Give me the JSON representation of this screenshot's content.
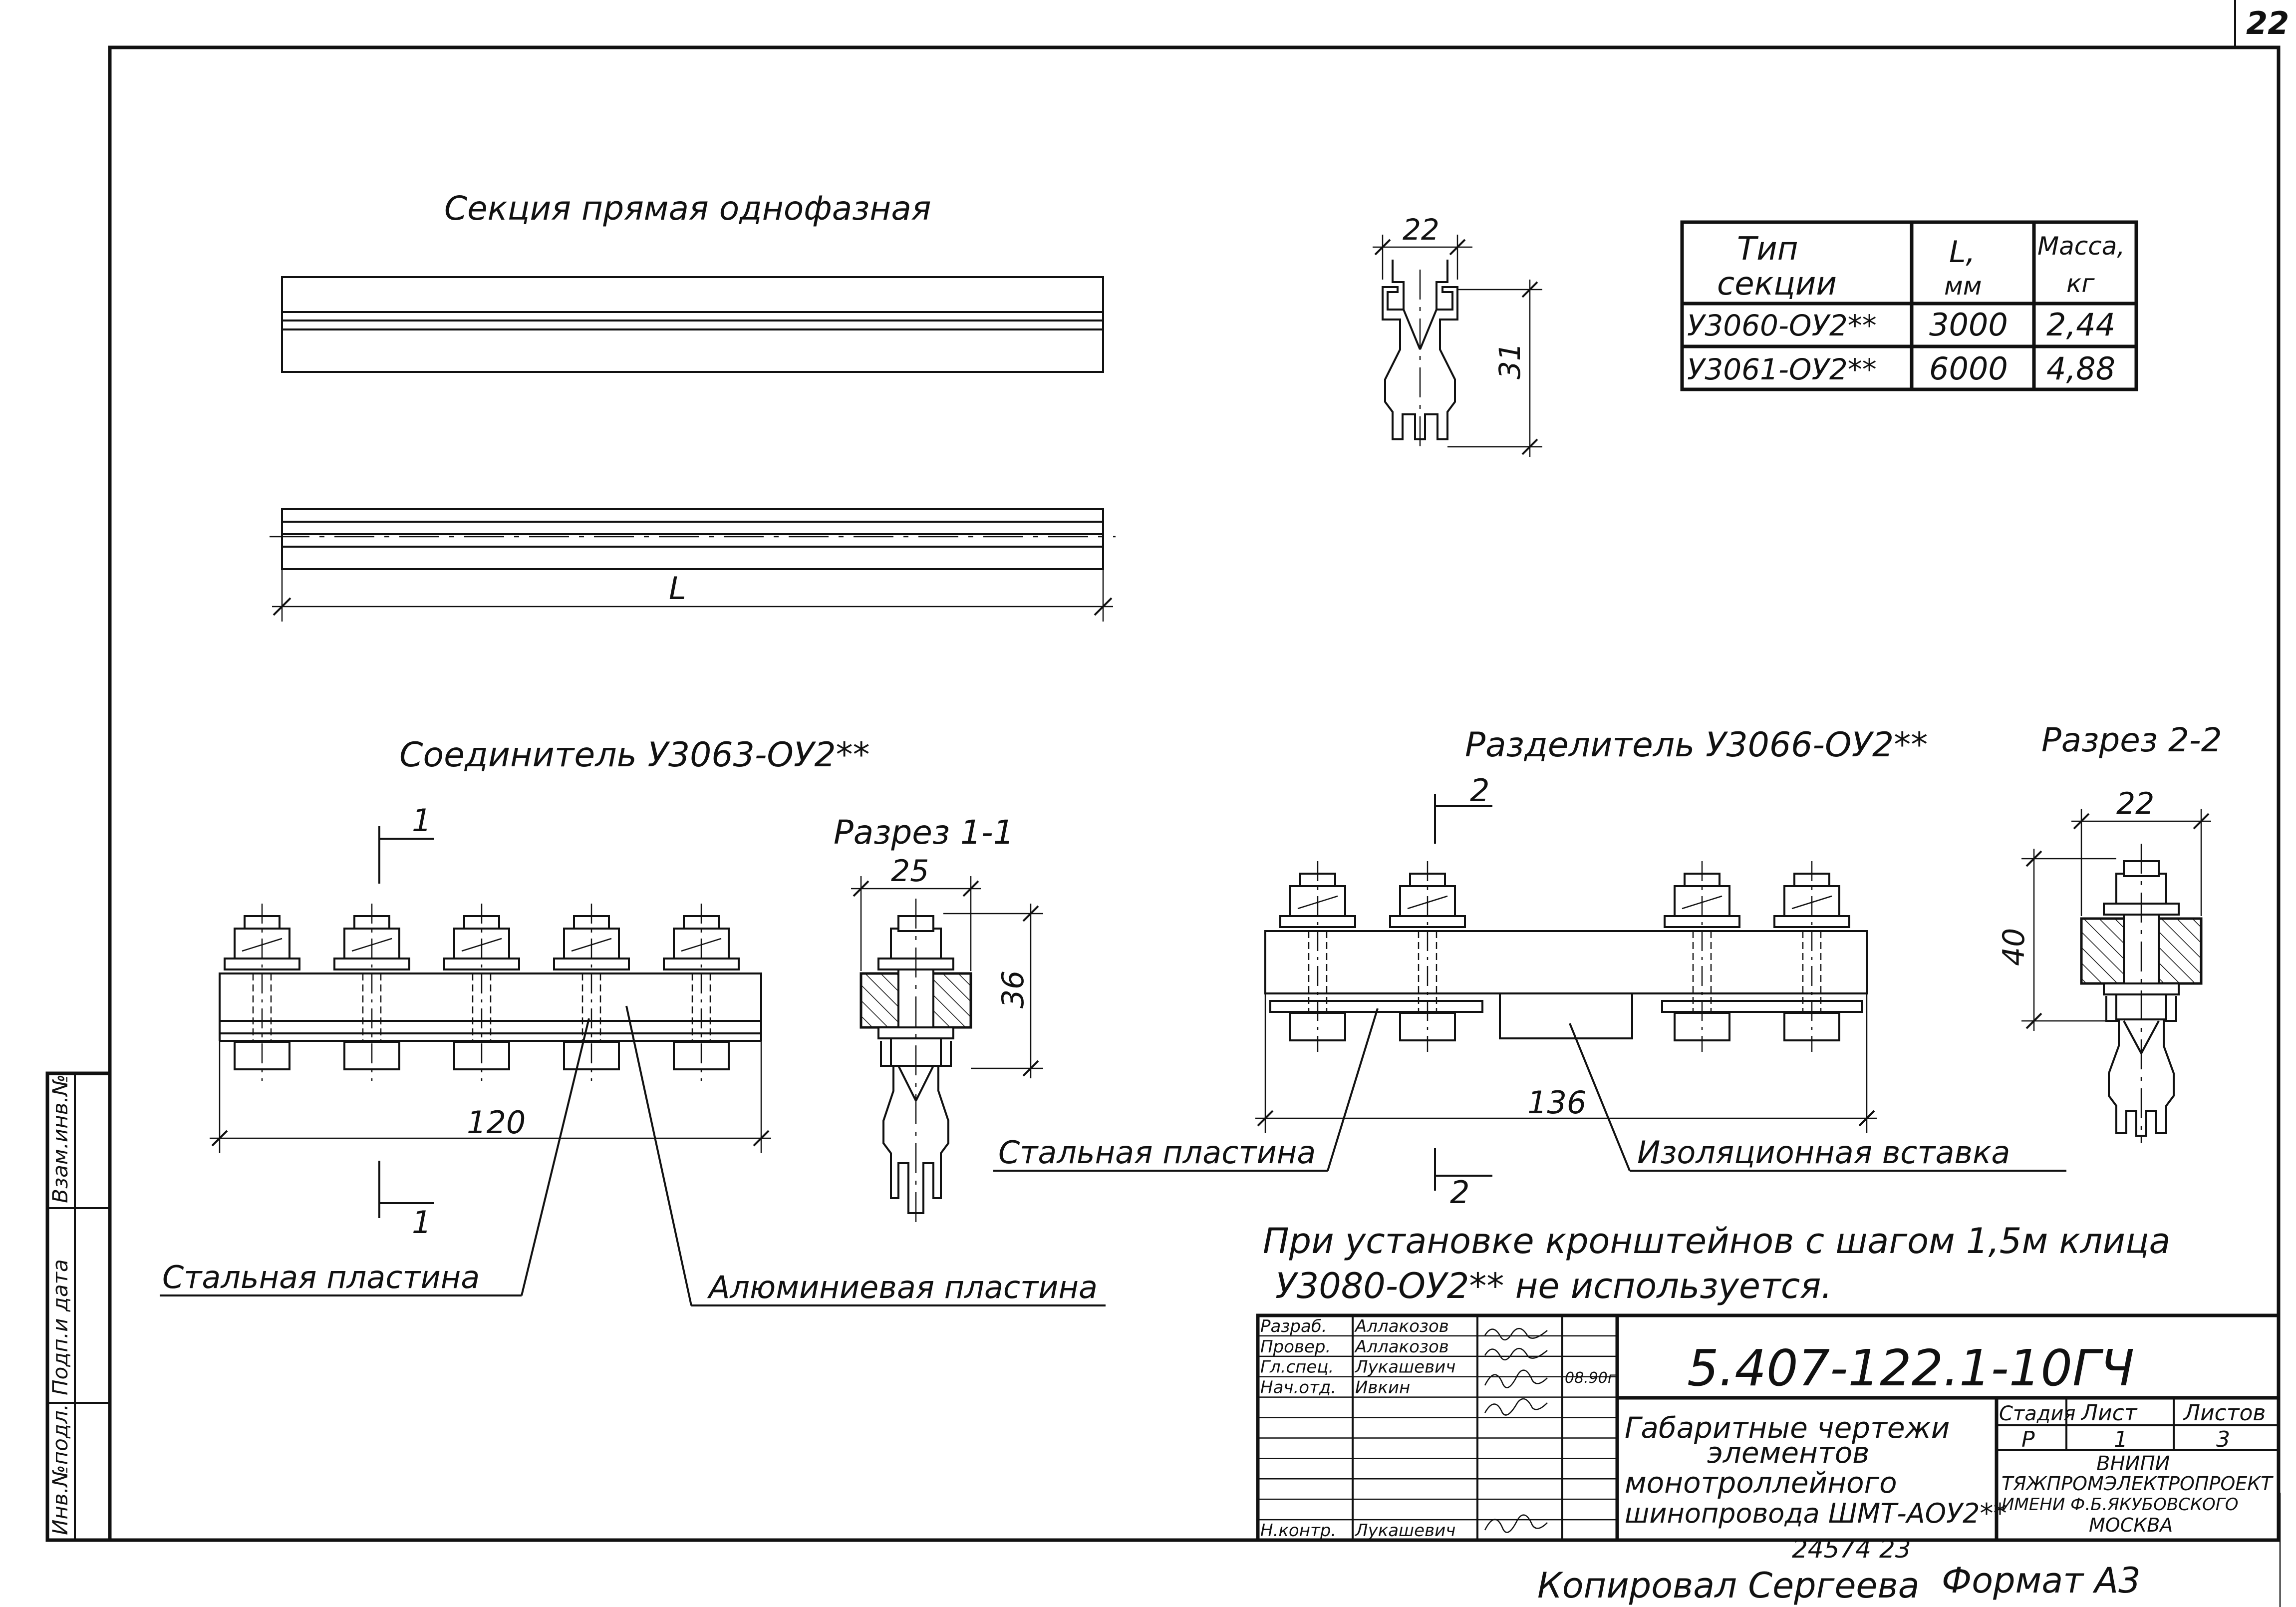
{
  "sheet_number": "22",
  "titles": {
    "straight_section": "Секция прямая однофазная",
    "connector": "Соединитель У3063-ОУ2**",
    "separator": "Разделитель У3066-ОУ2**",
    "section_1_1": "Разрез 1-1",
    "section_2_2": "Разрез 2-2"
  },
  "dimensions": {
    "profile_width": "22",
    "profile_height": "31",
    "length": "L",
    "connector_length": "120",
    "section_1_width": "25",
    "section_1_height": "36",
    "separator_length": "136",
    "section_2_width": "22",
    "section_2_height": "40"
  },
  "cut_marks": {
    "cut1_top": "1",
    "cut1_bottom": "1",
    "cut2_top": "2",
    "cut2_bottom": "2"
  },
  "callouts": {
    "steel_plate_left": "Стальная пластина",
    "aluminum_plate": "Алюминиевая пластина",
    "steel_plate_right": "Стальная пластина",
    "insulating_insert": "Изоляционная вставка"
  },
  "spec_table": {
    "headers": [
      "Тип секции",
      "L, мм",
      "Масса, кг"
    ],
    "header_lines": [
      [
        "Тип",
        "секции"
      ],
      [
        "L,",
        "мм"
      ],
      [
        "Масса,",
        "кг"
      ]
    ],
    "rows": [
      [
        "У3060-ОУ2**",
        "3000",
        "2,44"
      ],
      [
        "У3061-ОУ2**",
        "6000",
        "4,88"
      ]
    ]
  },
  "note": {
    "line1": "При установке кронштейнов с шагом 1,5м клица",
    "line2": "У3080-ОУ2** не используется."
  },
  "left_margin_labels": [
    "Инв.№подл.",
    "Подп.и дата",
    "Взам.инв.№"
  ],
  "title_block": {
    "document_code": "5.407-122.1-10ГЧ",
    "title_lines": [
      "Габаритные чертежи",
      "элементов",
      "монотроллейного",
      "шинопровода ШМТ-АОУ2**"
    ],
    "stage_label": "Стадия",
    "sheet_label": "Лист",
    "sheets_label": "Листов",
    "stage": "Р",
    "sheet": "1",
    "sheets": "3",
    "org_lines": [
      "ВНИПИ",
      "ТЯЖПРОМЭЛЕКТРОПРОЕКТ",
      "ИМЕНИ Ф.Б.ЯКУБОВСКОГО",
      "МОСКВА"
    ],
    "date": "08.90г.",
    "rows": [
      {
        "role": "Разраб.",
        "name": "Аллакозов"
      },
      {
        "role": "Провер.",
        "name": "Аллакозов"
      },
      {
        "role": "Гл.спец.",
        "name": "Лукашевич"
      },
      {
        "role": "Нач.отд.",
        "name": "Ивкин"
      },
      {
        "role": "",
        "name": ""
      },
      {
        "role": "",
        "name": ""
      },
      {
        "role": "",
        "name": ""
      },
      {
        "role": "Н.контр.",
        "name": "Лукашевич"
      }
    ]
  },
  "footer": {
    "inventory": "24574 23",
    "copied_by": "Копировал Сергеева",
    "format": "Формат А3"
  }
}
